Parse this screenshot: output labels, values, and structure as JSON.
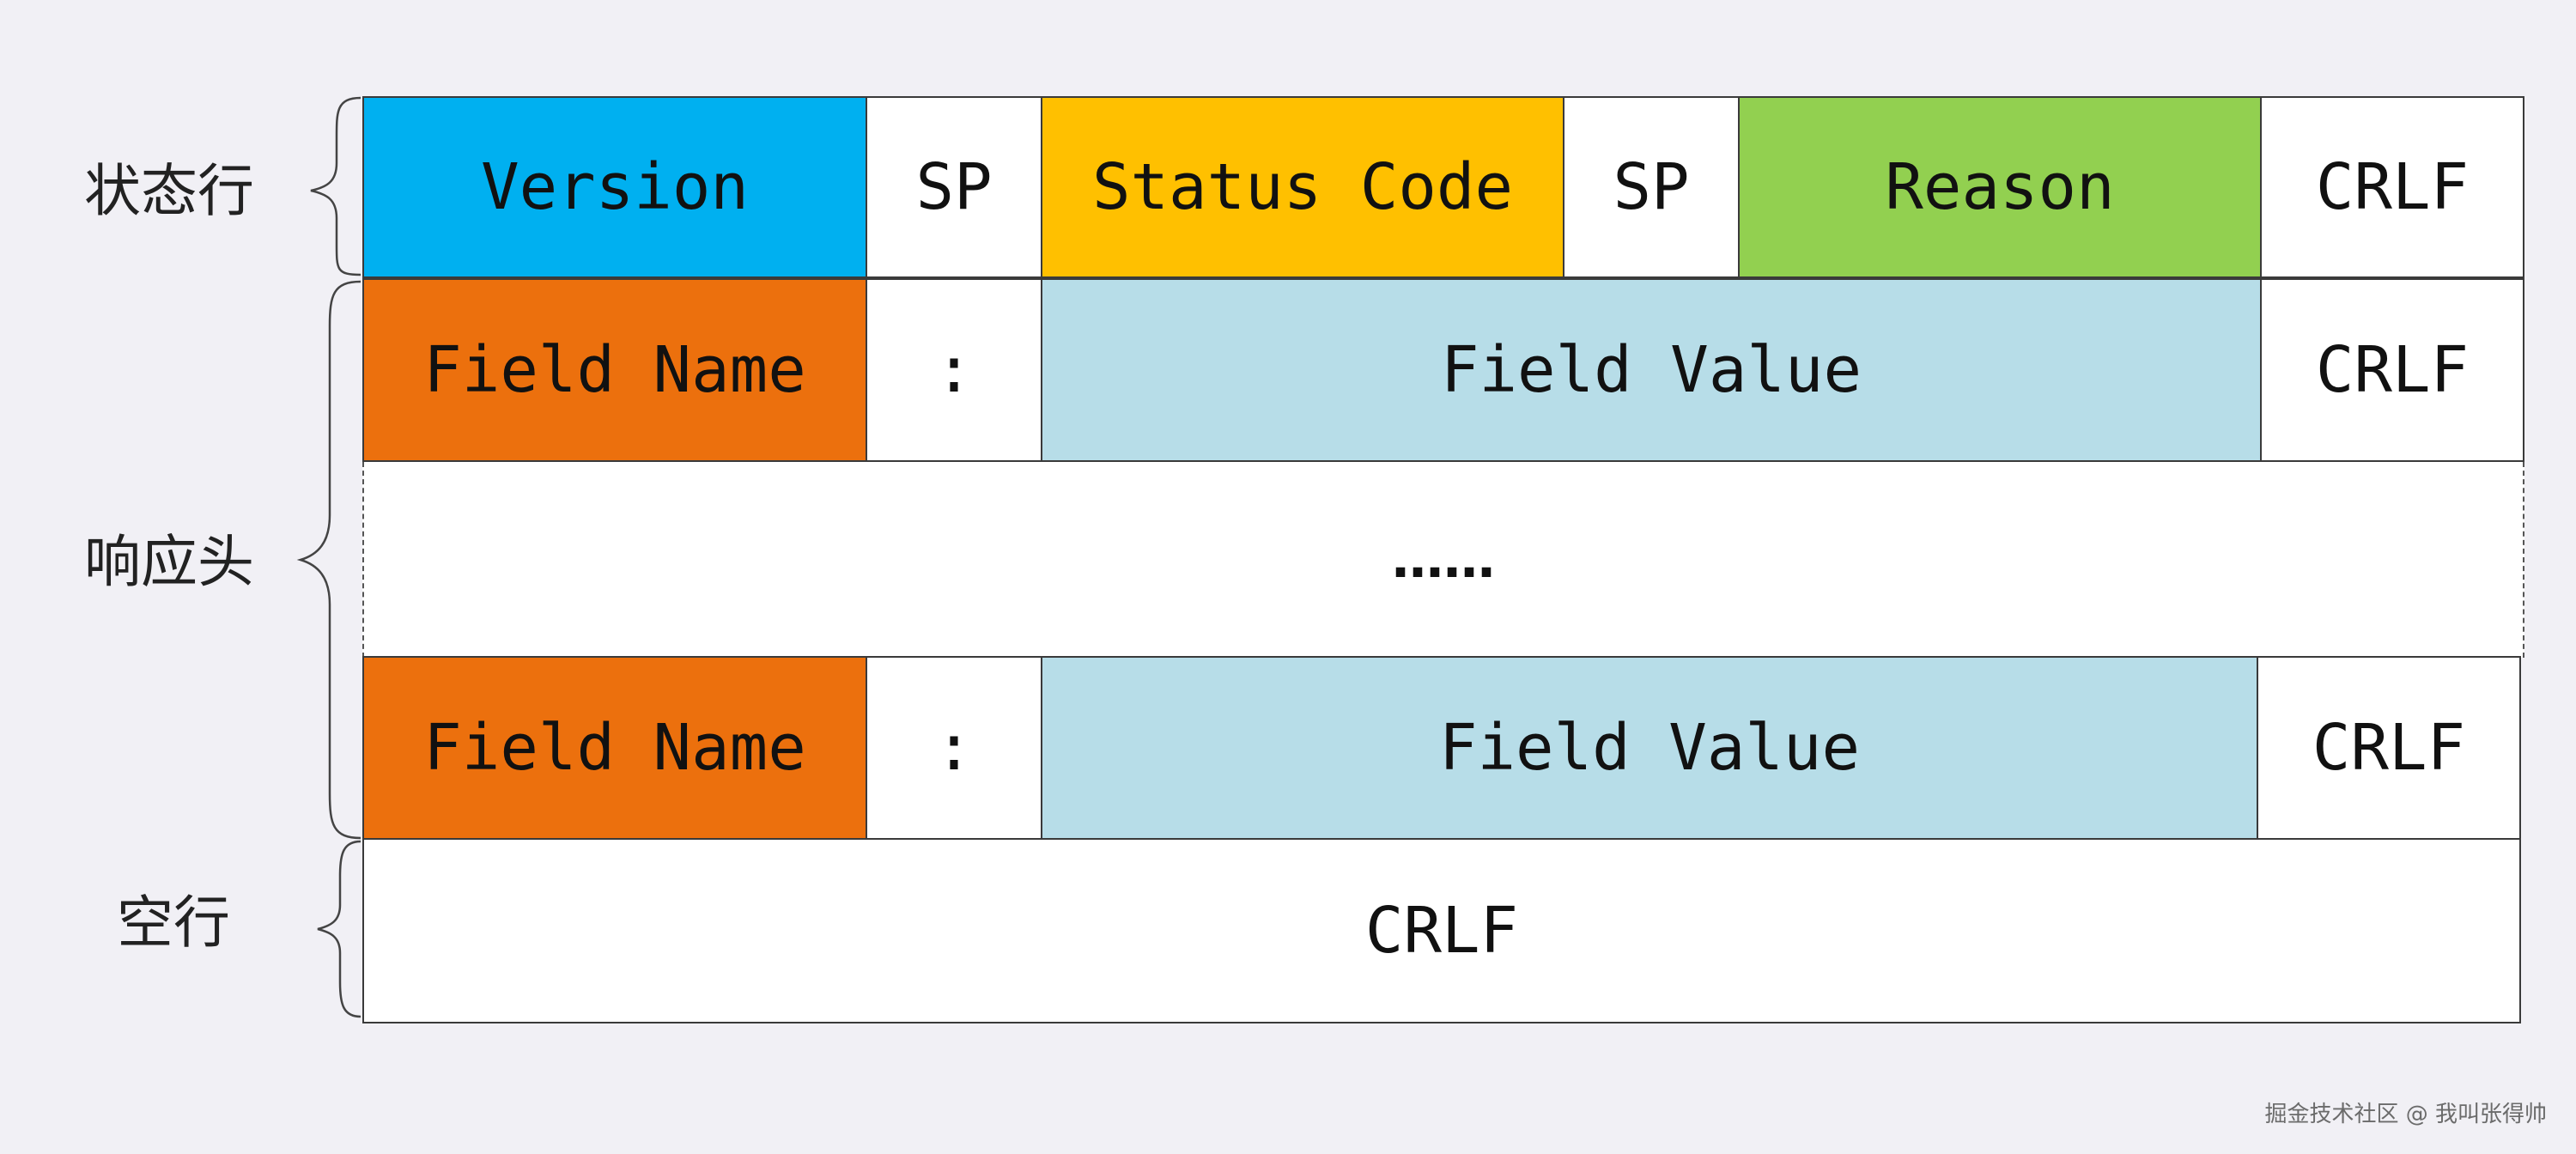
{
  "labels": {
    "status_line": "状态行",
    "response_headers": "响应头",
    "blank_line": "空行"
  },
  "status_line": {
    "version": "Version",
    "sp1": "SP",
    "status_code": "Status Code",
    "sp2": "SP",
    "reason": "Reason",
    "crlf": "CRLF"
  },
  "header_row_1": {
    "field_name": "Field Name",
    "colon": ":",
    "field_value": "Field Value",
    "crlf": "CRLF"
  },
  "ellipsis": "……",
  "header_row_2": {
    "field_name": "Field Name",
    "colon": ":",
    "field_value": "Field Value",
    "crlf": "CRLF"
  },
  "blank_line": {
    "crlf": "CRLF"
  },
  "watermark": "掘金技术社区 @ 我叫张得帅",
  "colors": {
    "version": "#00b0f0",
    "status_code": "#ffc000",
    "reason": "#92d050",
    "field_name": "#ec700d",
    "field_value": "#b7dde8",
    "plain": "#ffffff",
    "background": "#f1f0f5"
  }
}
